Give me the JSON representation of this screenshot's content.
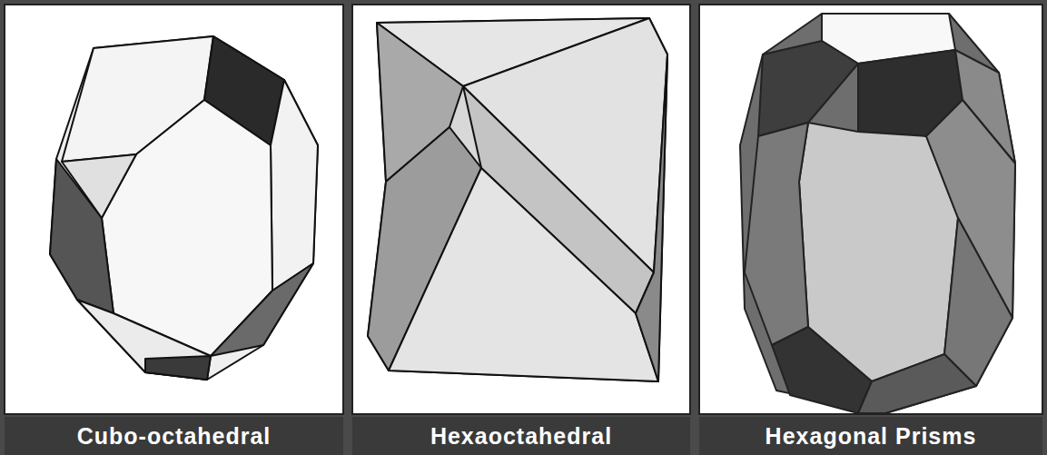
{
  "diagram": {
    "nodes": [
      {
        "text": [
          "Cubo-octahedral"
        ]
      },
      {
        "text": [
          "Hexaoctahedral"
        ]
      },
      {
        "text": [
          "Hexagonal Prisms"
        ]
      }
    ]
  }
}
